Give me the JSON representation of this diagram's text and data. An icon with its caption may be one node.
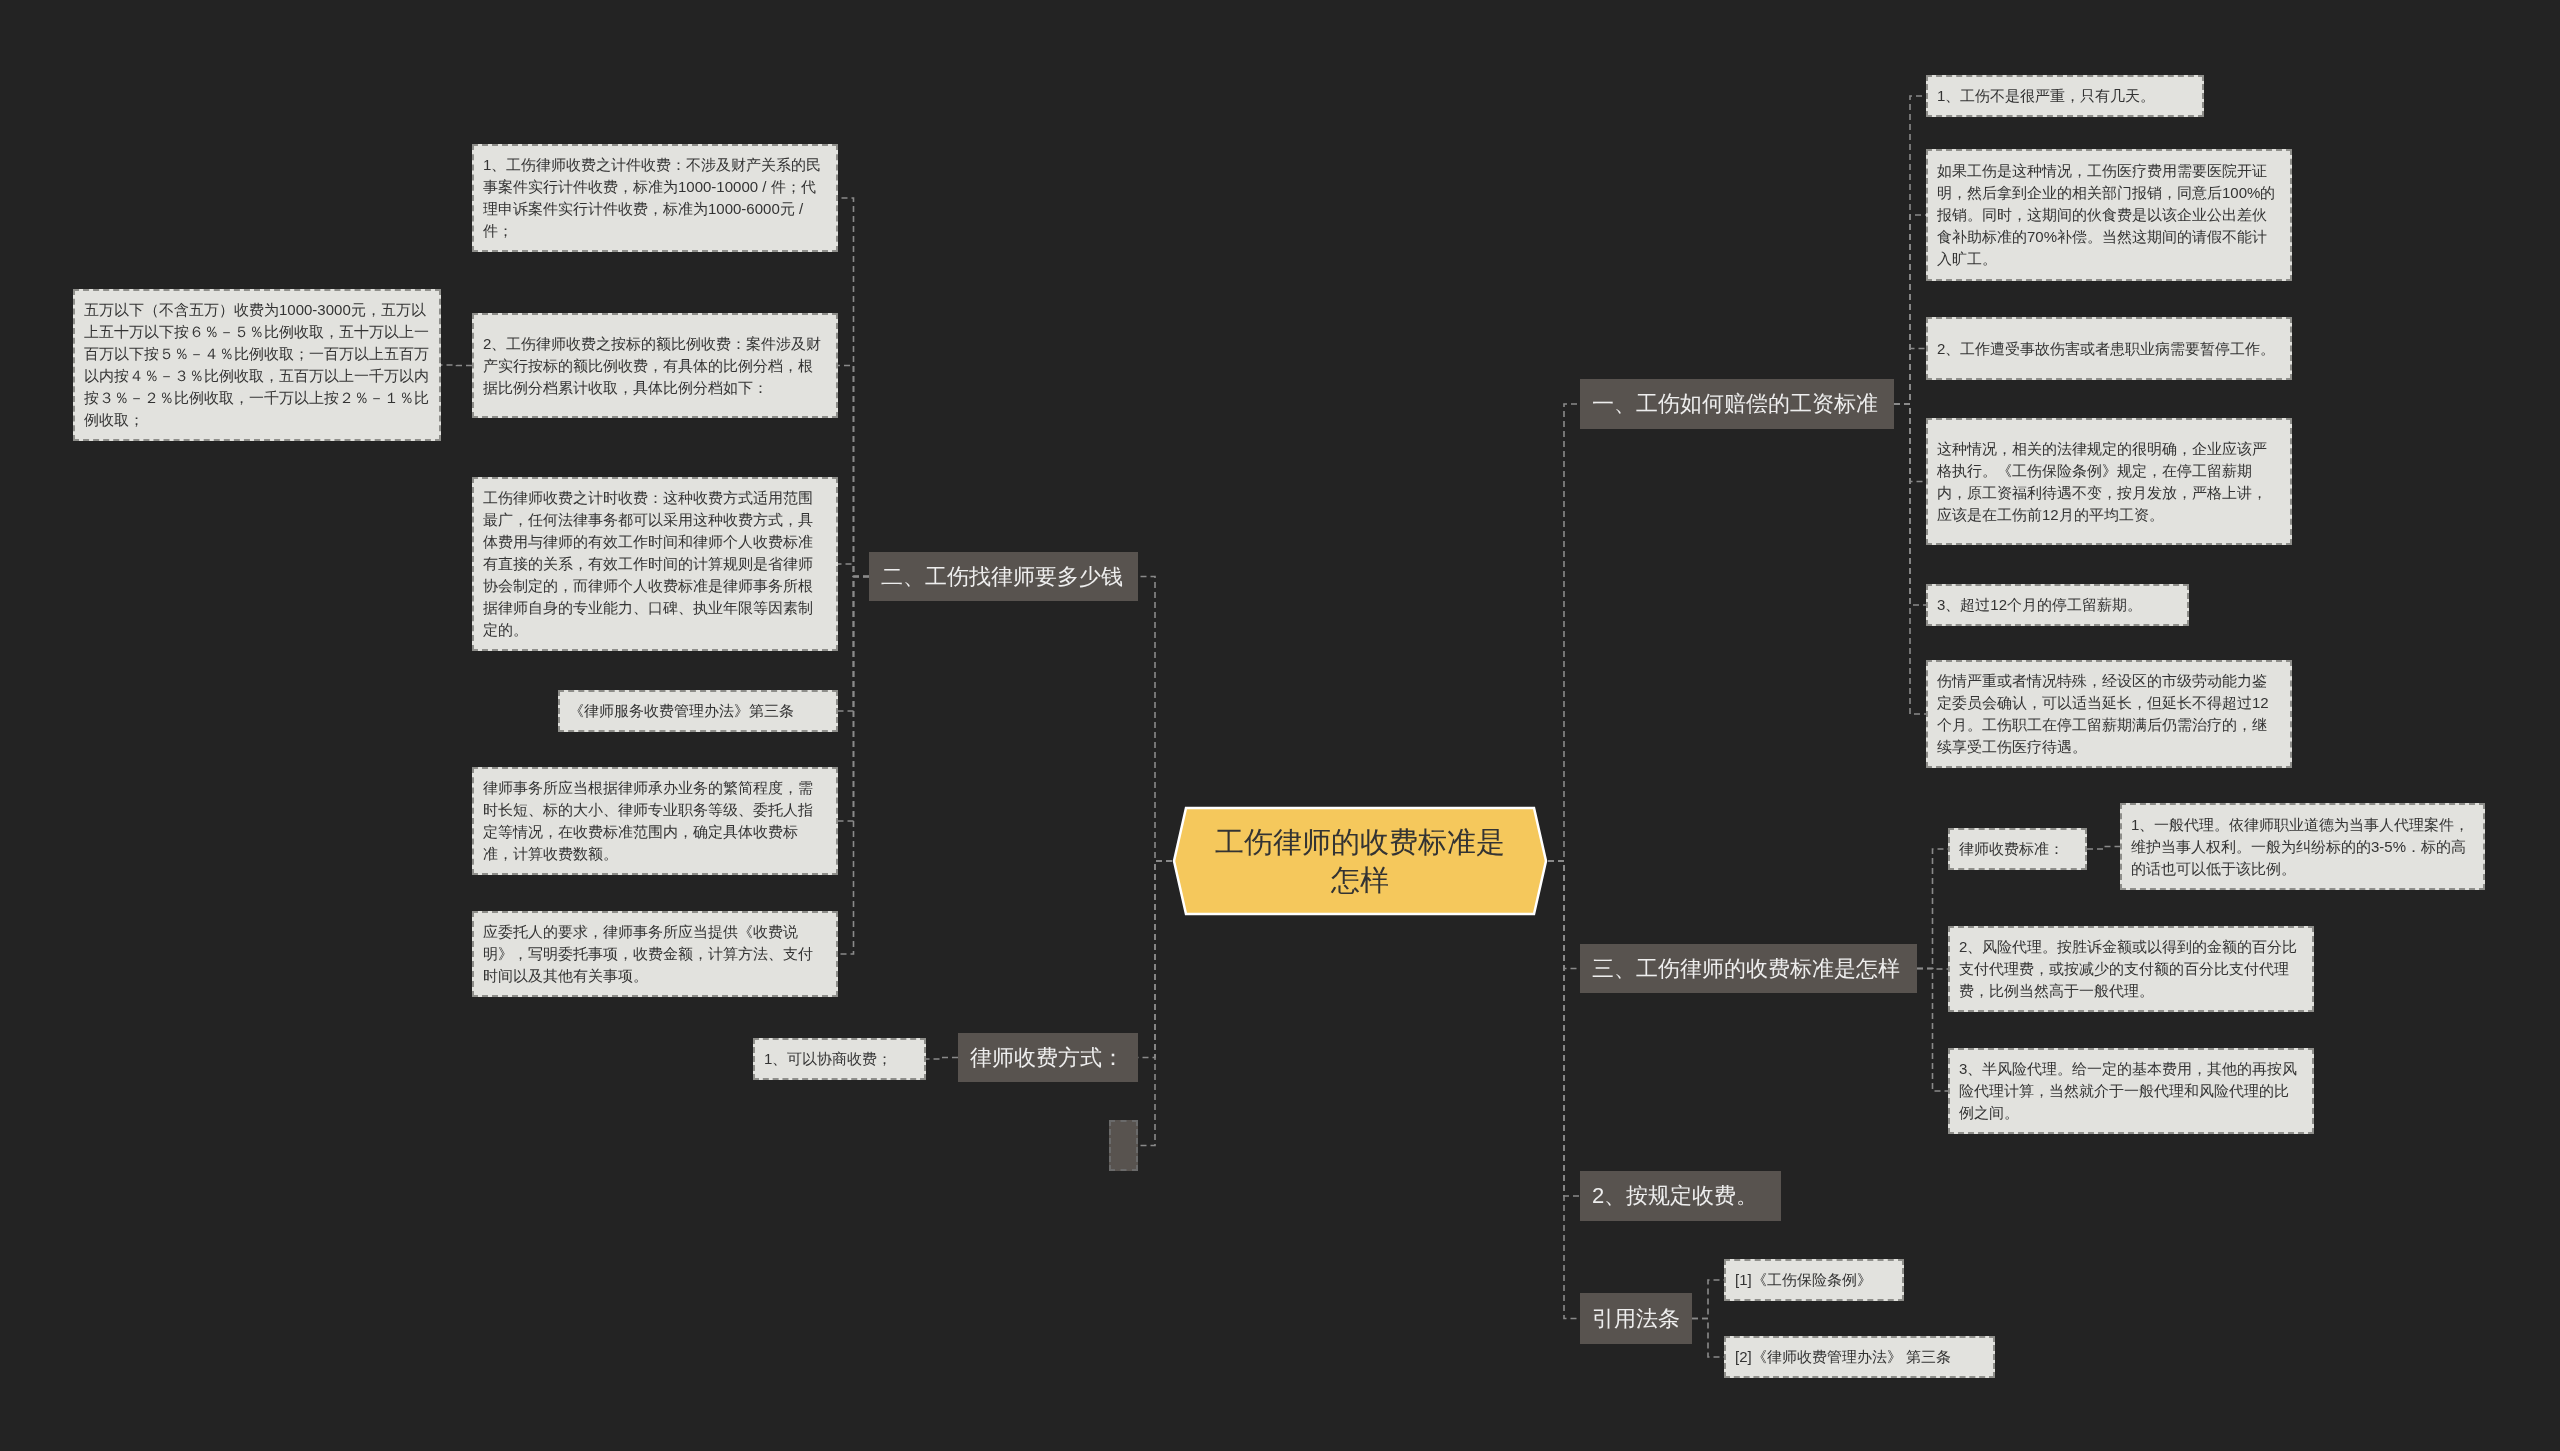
{
  "diagram": {
    "nodes": [
      {
        "text": [
          "工伤律师的收费标准是怎样"
        ]
      },
      {
        "text": [
          "二、工伤找律师要多少钱"
        ]
      },
      {
        "text": [
          "1、工伤律师收费之计件收费：不涉及财产关系的民事案件实行计件收费，标准为1000-10000 / 件；代理申诉案件实行计件收费，标准为1000-6000元 / 件；"
        ]
      },
      {
        "text": [
          "2、工伤律师收费之按标的额比例收费：案件涉及财产实行按标的额比例收费，有具体的比例分档，根据比例分档累计收取，具体比例分档如下："
        ]
      },
      {
        "text": [
          "五万以下（不含五万）收费为1000-3000元，五万以上五十万以下按６％－５％比例收取，五十万以上一百万以下按５％－４％比例收取；一百万以上五百万以内按４％－３％比例收取，五百万以上一千万以内按３％－２％比例收取，一千万以上按２％－１％比例收取；"
        ]
      },
      {
        "text": [
          "工伤律师收费之计时收费：这种收费方式适用范围最广，任何法律事务都可以采用这种收费方式，具体费用与律师的有效工作时间和律师个人收费标准有直接的关系，有效工作时间的计算规则是省律师协会制定的，而律师个人收费标准是律师事务所根据律师自身的专业能力、口碑、执业年限等因素制定的。"
        ]
      },
      {
        "text": [
          "《律师服务收费管理办法》第三条"
        ]
      },
      {
        "text": [
          "律师事务所应当根据律师承办业务的繁简程度，需时长短、标的大小、律师专业职务等级、委托人指定等情况，在收费标准范围内，确定具体收费标准，计算收费数额。"
        ]
      },
      {
        "text": [
          "应委托人的要求，律师事务所应当提供《收费说明》，写明委托事项，收费金额，计算方法、支付时间以及其他有关事项。"
        ]
      },
      {
        "text": [
          "律师收费方式："
        ]
      },
      {
        "text": [
          "1、可以协商收费；"
        ]
      },
      {
        "text": [],
        "shape": "box"
      },
      {
        "text": [
          "一、工伤如何赔偿的工资标准"
        ]
      },
      {
        "text": [
          "1、工伤不是很严重，只有几天。"
        ]
      },
      {
        "text": [
          "如果工伤是这种情况，工伤医疗费用需要医院开证明，然后拿到企业的相关部门报销，同意后100%的报销。同时，这期间的伙食费是以该企业公出差伙食补助标准的70%补偿。当然这期间的请假不能计入旷工。"
        ]
      },
      {
        "text": [
          "2、工作遭受事故伤害或者患职业病需要暂停工作。"
        ]
      },
      {
        "text": [
          "这种情况，相关的法律规定的很明确，企业应该严格执行。《工伤保险条例》规定，在停工留薪期内，原工资福利待遇不变，按月发放，严格上讲，应该是在工伤前12月的平均工资。"
        ]
      },
      {
        "text": [
          "3、超过12个月的停工留薪期。"
        ]
      },
      {
        "text": [
          "伤情严重或者情况特殊，经设区的市级劳动能力鉴定委员会确认，可以适当延长，但延长不得超过12个月。工伤职工在停工留薪期满后仍需治疗的，继续享受工伤医疗待遇。"
        ]
      },
      {
        "text": [
          "三、工伤律师的收费标准是怎样"
        ]
      },
      {
        "text": [
          "律师收费标准："
        ]
      },
      {
        "text": [
          "1、一般代理。依律师职业道德为当事人代理案件，维护当事人权利。一般为纠纷标的的3-5%．标的高的话也可以低于该比例。"
        ]
      },
      {
        "text": [
          "2、风险代理。按胜诉金额或以得到的金额的百分比支付代理费，或按减少的支付额的百分比支付代理费，比例当然高于一般代理。"
        ]
      },
      {
        "text": [
          "3、半风险代理。给一定的基本费用，其他的再按风险代理计算，当然就介于一般代理和风险代理的比例之间。"
        ]
      },
      {
        "text": [
          "2、按规定收费。"
        ]
      },
      {
        "text": [
          "引用法条"
        ]
      },
      {
        "text": [
          "[1]《工伤保险条例》"
        ]
      },
      {
        "text": [
          "[2]《律师收费管理办法》 第三条"
        ]
      }
    ],
    "edges": [
      {
        "from": 0,
        "to": 1,
        "arrow": "none"
      },
      {
        "from": 1,
        "to": 2,
        "arrow": "none"
      },
      {
        "from": 1,
        "to": 3,
        "arrow": "none"
      },
      {
        "from": 3,
        "to": 4,
        "arrow": "none"
      },
      {
        "from": 1,
        "to": 5,
        "arrow": "none"
      },
      {
        "from": 1,
        "to": 6,
        "arrow": "none"
      },
      {
        "from": 1,
        "to": 7,
        "arrow": "none"
      },
      {
        "from": 1,
        "to": 8,
        "arrow": "none"
      },
      {
        "from": 0,
        "to": 9,
        "arrow": "none"
      },
      {
        "from": 9,
        "to": 10,
        "arrow": "none"
      },
      {
        "from": 0,
        "to": 11,
        "arrow": "none"
      },
      {
        "from": 0,
        "to": 12,
        "arrow": "none"
      },
      {
        "from": 12,
        "to": 13,
        "arrow": "none"
      },
      {
        "from": 12,
        "to": 14,
        "arrow": "none"
      },
      {
        "from": 12,
        "to": 15,
        "arrow": "none"
      },
      {
        "from": 12,
        "to": 16,
        "arrow": "none"
      },
      {
        "from": 12,
        "to": 17,
        "arrow": "none"
      },
      {
        "from": 12,
        "to": 18,
        "arrow": "none"
      },
      {
        "from": 0,
        "to": 19,
        "arrow": "none"
      },
      {
        "from": 19,
        "to": 20,
        "arrow": "none"
      },
      {
        "from": 20,
        "to": 21,
        "arrow": "none"
      },
      {
        "from": 19,
        "to": 22,
        "arrow": "none"
      },
      {
        "from": 19,
        "to": 23,
        "arrow": "none"
      },
      {
        "from": 0,
        "to": 24,
        "arrow": "none"
      },
      {
        "from": 0,
        "to": 25,
        "arrow": "none"
      },
      {
        "from": 25,
        "to": 26,
        "arrow": "none"
      },
      {
        "from": 25,
        "to": 27,
        "arrow": "none"
      }
    ]
  }
}
